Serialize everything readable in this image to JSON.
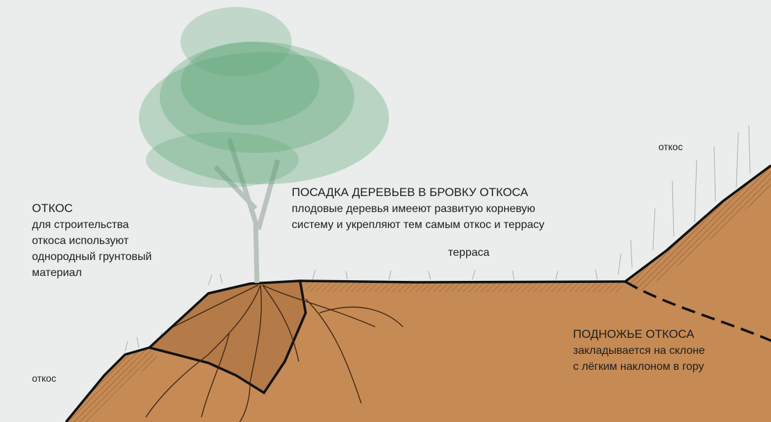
{
  "labels": {
    "slope_left_title": "ОТКОС",
    "slope_left_lines": [
      "для строительства",
      "откоса используют",
      "однородный грунтовый",
      "материал"
    ],
    "planting_title": "ПОСАДКА ДЕРЕВЬЕВ В БРОВКУ ОТКОСА",
    "planting_lines": [
      "плодовые деревья имееют развитую корневую",
      "систему и укрепляют тем самым откос и террасу"
    ],
    "terrace": "терраса",
    "slope_top_right": "откос",
    "slope_bottom_left": "откос",
    "foot_title": "ПОДНОЖЬЕ ОТКОСА",
    "foot_lines": [
      "закладывается на склоне",
      "с лёгким наклоном в гору"
    ]
  },
  "colors": {
    "soil": "#c68a55",
    "sky": "#eaedec",
    "foliage": "#5fa777",
    "outline": "#111111"
  }
}
